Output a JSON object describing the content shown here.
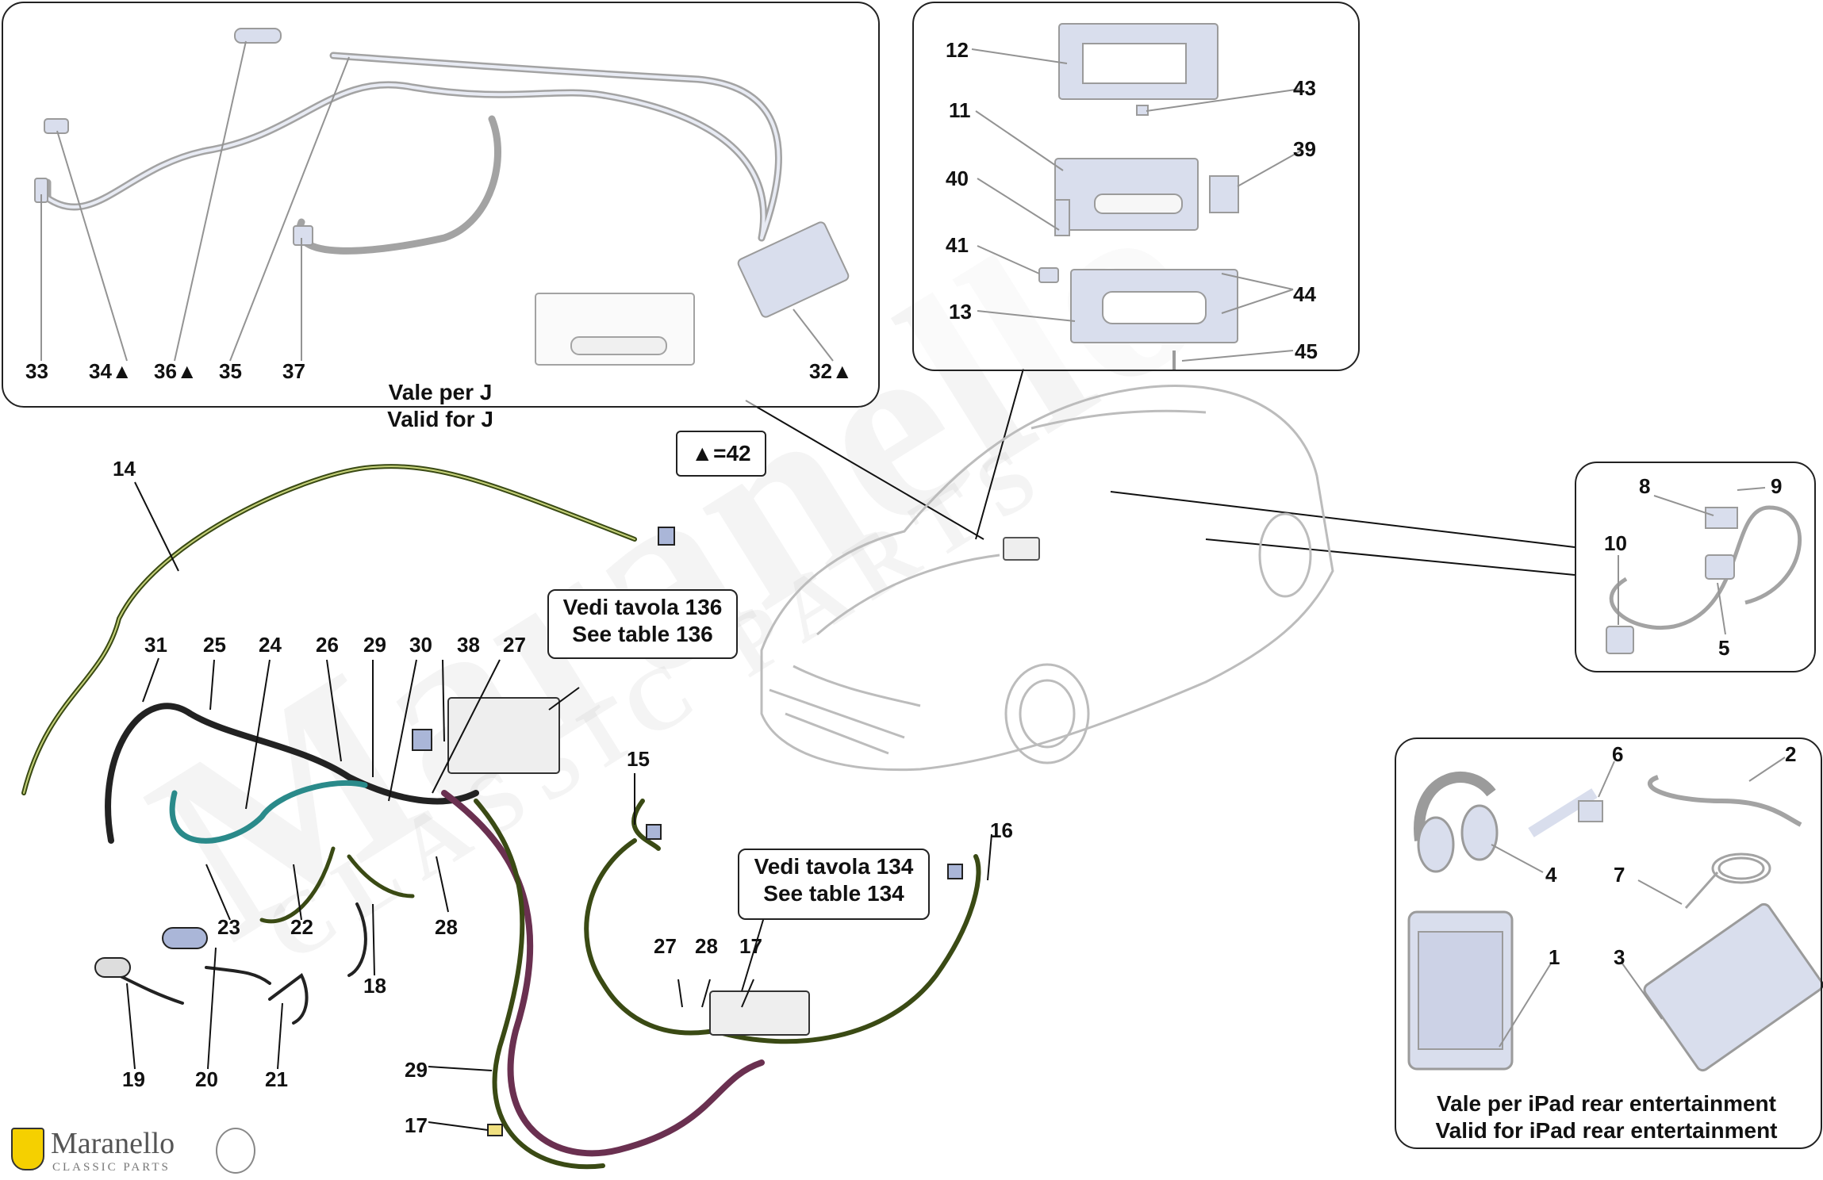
{
  "watermark": {
    "line1": "Maranello",
    "line2": "CLASSIC PARTS"
  },
  "logo": {
    "name": "Maranello",
    "sub": "CLASSIC PARTS"
  },
  "notes": {
    "vale_j_it": "Vale per J",
    "vale_j_en": "Valid for J",
    "triangle_note": "▲=42",
    "table136_it": "Vedi tavola 136",
    "table136_en": "See table 136",
    "table134_it": "Vedi tavola 134",
    "table134_en": "See table 134",
    "ipad_it": "Vale per iPad rear entertainment",
    "ipad_en": "Valid for iPad rear entertainment"
  },
  "callouts": {
    "c33": "33",
    "c34": "34▲",
    "c36": "36▲",
    "c35": "35",
    "c37": "37",
    "c32": "32▲",
    "c12": "12",
    "c43": "43",
    "c11": "11",
    "c39": "39",
    "c40": "40",
    "c41": "41",
    "c44": "44",
    "c13": "13",
    "c45": "45",
    "c8": "8",
    "c9": "9",
    "c10": "10",
    "c5": "5",
    "c6": "6",
    "c2": "2",
    "c4": "4",
    "c7": "7",
    "c1": "1",
    "c3": "3",
    "c14": "14",
    "c31": "31",
    "c25": "25",
    "c24": "24",
    "c26": "26",
    "c29a": "29",
    "c30": "30",
    "c38": "38",
    "c27a": "27",
    "c15": "15",
    "c16": "16",
    "c23": "23",
    "c22": "22",
    "c28a": "28",
    "c18": "18",
    "c19": "19",
    "c20": "20",
    "c21": "21",
    "c27b": "27",
    "c28b": "28",
    "c17a": "17",
    "c29b": "29",
    "c17b": "17"
  }
}
